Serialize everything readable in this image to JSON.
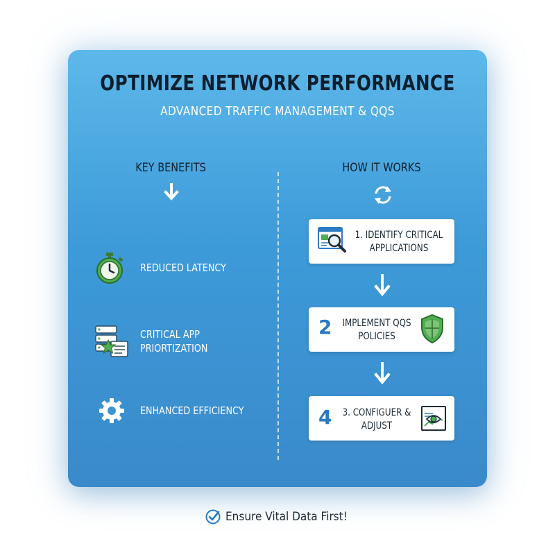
{
  "header": {
    "title": "OPTIMIZE NETWORK PERFORMANCE",
    "subtitle": "ADVANCED TRAFFIC MANAGEMENT & QQS"
  },
  "benefits": {
    "heading": "KEY BENEFITS",
    "items": [
      {
        "icon": "stopwatch-icon",
        "label": "REDUCED LATENCY"
      },
      {
        "icon": "server-star-icon",
        "label_line1": "CRITICAL APP",
        "label_line2": "PRIORTIZATION"
      },
      {
        "icon": "gear-icon",
        "label": "ENHANCED EFFICIENCY"
      }
    ]
  },
  "how": {
    "heading": "HOW IT WORKS",
    "steps": [
      {
        "icon": "magnifier-window-icon",
        "line1": "1. IDENTIFY CRITICAL",
        "line2": "APPLICATIONS"
      },
      {
        "number": "2",
        "icon": "shield-icon",
        "line1": "IMPLEMENT QQS",
        "line2": "POLICIES"
      },
      {
        "number": "4",
        "icon": "monitor-eye-icon",
        "line1": "3. CONFIGUER &",
        "line2": "ADJUST"
      }
    ]
  },
  "footer": {
    "text": "Ensure Vital Data First!",
    "icon": "check-circle-icon"
  },
  "colors": {
    "card_top": "#5db8ea",
    "card_bottom": "#3a8acb",
    "accent_green": "#4caf50",
    "step_number": "#2a78c2"
  }
}
